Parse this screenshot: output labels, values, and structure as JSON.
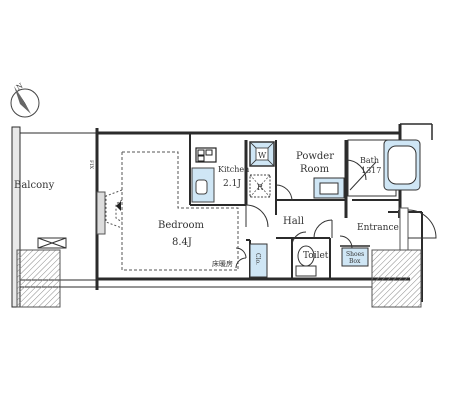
{
  "compass": {
    "label": "N"
  },
  "rooms": {
    "balcony": "Balcony",
    "bedroom": "Bedroom",
    "bedroom_size": "8.4J",
    "kitchen": "Kitchen",
    "kitchen_size": "2.1J",
    "powder_room_line1": "Powder",
    "powder_room_line2": "Room",
    "bath": "Bath",
    "bath_size": "1317",
    "hall": "Hall",
    "entrance": "Entrance",
    "toilet": "Toilet",
    "shoes_box_line1": "Shoes",
    "shoes_box_line2": "Box",
    "closet": "Clo.",
    "floor_heating": "床暖房",
    "fix_window": "FIX",
    "fridge": "R",
    "washer": "W"
  },
  "colors": {
    "wall": "#2b2b2b",
    "hatch": "#bfbfbf",
    "fixture_blue": "#cfe6f5",
    "dark_block": "#3c3c3c"
  }
}
